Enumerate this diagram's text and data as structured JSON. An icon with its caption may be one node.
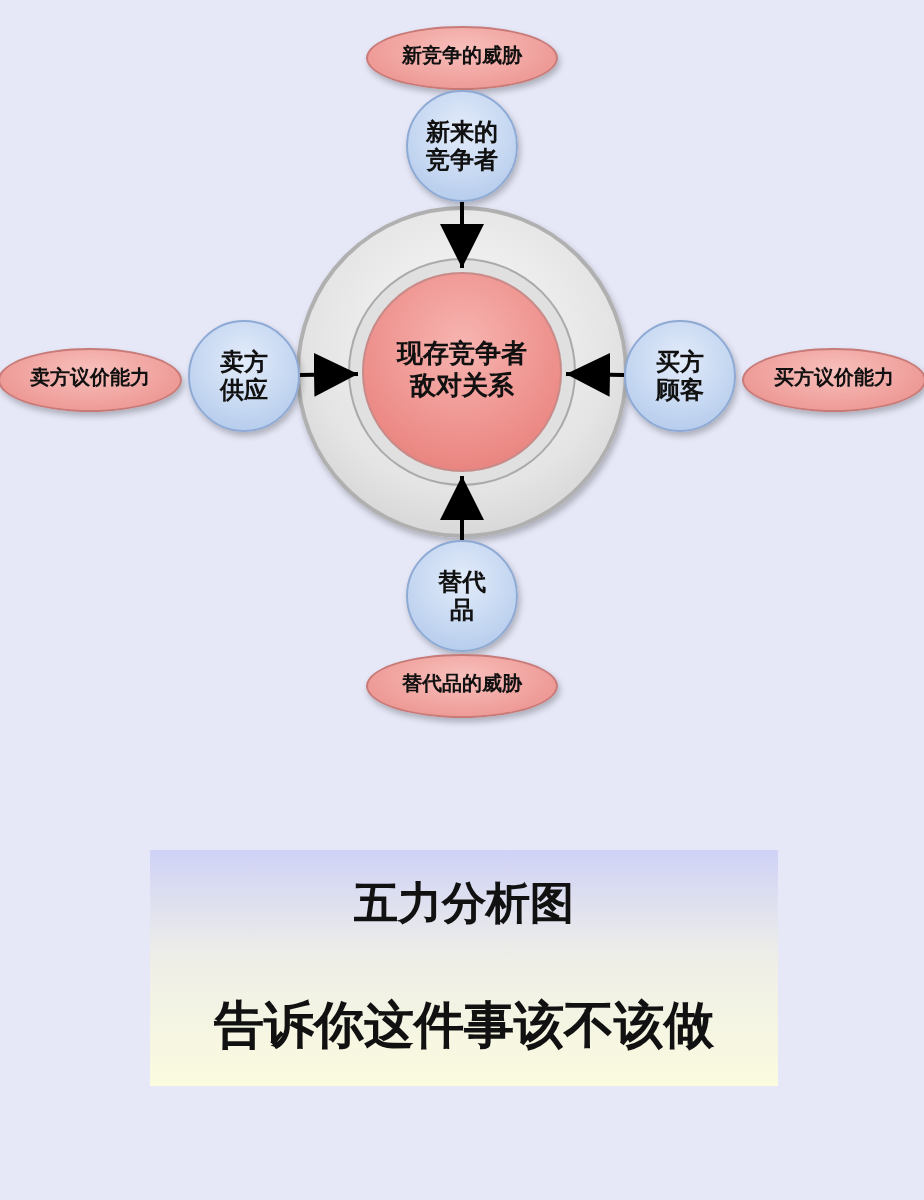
{
  "diagram": {
    "nodes": [
      {
        "text": [],
        "shape": "circle"
      },
      {
        "text": [
          "现存竞争者敌对关系"
        ],
        "in": 0
      },
      {
        "text": [
          "新竞争的威胁"
        ]
      },
      {
        "text": [
          "新来的竞争者"
        ]
      },
      {
        "text": [
          "卖方议价能力"
        ]
      },
      {
        "text": [
          "卖方供应"
        ]
      },
      {
        "text": [
          "买方顾客"
        ]
      },
      {
        "text": [
          "买方议价能力"
        ]
      },
      {
        "text": [
          "替代品"
        ]
      },
      {
        "text": [
          "替代品的威胁"
        ]
      },
      {
        "text": [
          "五力分析图",
          "告诉你这件事该不该做"
        ]
      }
    ],
    "edges": [
      {
        "from": 3,
        "to": 1,
        "arrow": "to"
      },
      {
        "from": 5,
        "to": 1,
        "arrow": "to"
      },
      {
        "from": 6,
        "to": 1,
        "arrow": "to"
      },
      {
        "from": 8,
        "to": 1,
        "arrow": "to"
      }
    ]
  }
}
